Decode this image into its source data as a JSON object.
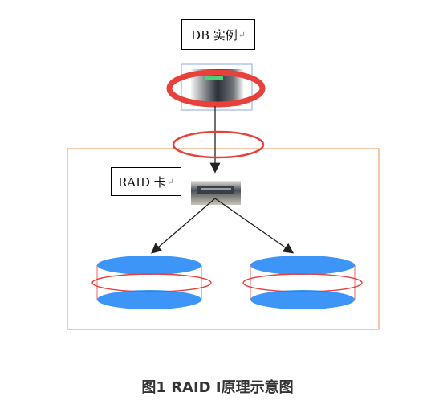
{
  "db_label": "DB 实例",
  "raid_label": "RAID 卡",
  "return_mark": "↵",
  "caption": "图1 RAID I原理示意图",
  "colors": {
    "highlight_ring": "#e8403a",
    "disk_blue": "#3d96f7",
    "container_border": "#f0a070",
    "arrow": "#222222"
  },
  "icons": [
    "database-instance-icon",
    "raid-card-icon",
    "disk-icon"
  ]
}
